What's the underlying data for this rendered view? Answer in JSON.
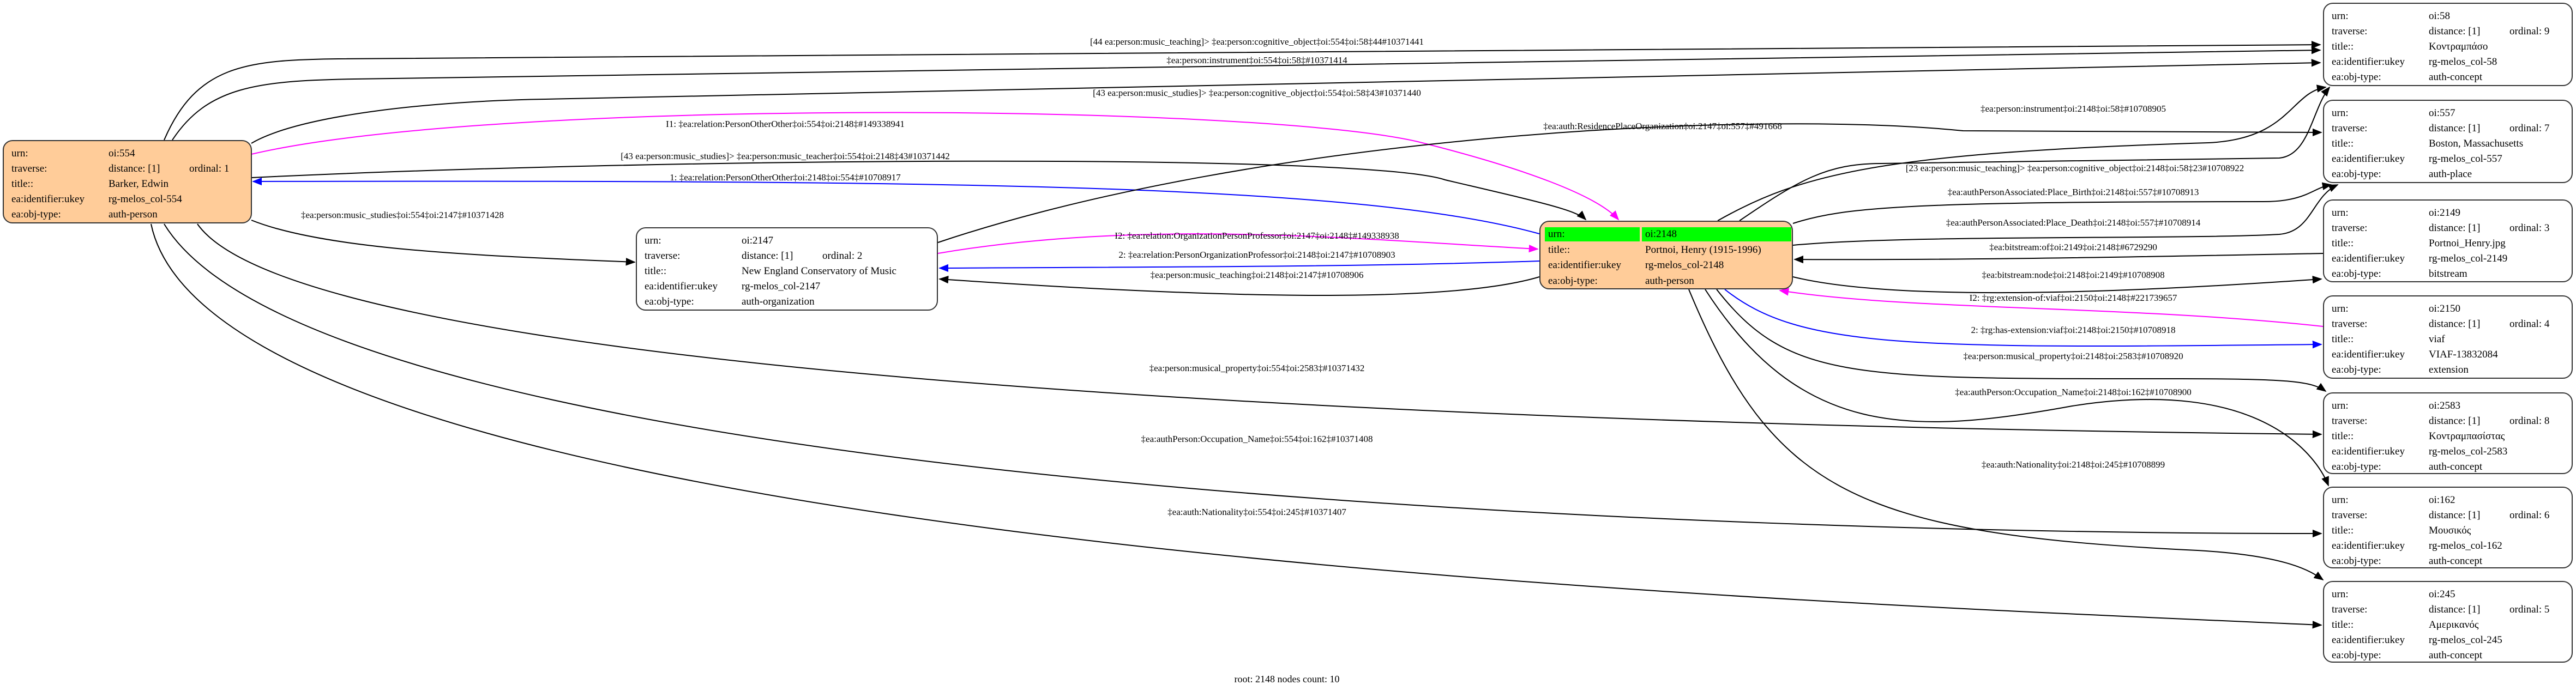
{
  "field_labels": {
    "urn": "urn:",
    "traverse": "traverse:",
    "title": "title::",
    "ukey": "ea:identifier:ukey",
    "obj_type": "ea:obj-type:"
  },
  "nodes": [
    {
      "urn": "oi:554",
      "distance": "distance: [1]",
      "ordinal": "ordinal: 1",
      "title": "Barker, Edwin",
      "ukey": "rg-melos_col-554",
      "obj_type": "auth-person",
      "kind": "person"
    },
    {
      "urn": "oi:2147",
      "distance": "distance: [1]",
      "ordinal": "ordinal: 2",
      "title": "New England Conservatory of Music",
      "ukey": "rg-melos_col-2147",
      "obj_type": "auth-organization",
      "kind": "plain"
    },
    {
      "urn": "oi:2148",
      "title": "Portnoi, Henry (1915-1996)",
      "ukey": "rg-melos_col-2148",
      "obj_type": "auth-person",
      "kind": "person",
      "root": true
    },
    {
      "urn": "oi:58",
      "distance": "distance: [1]",
      "ordinal": "ordinal: 9",
      "title": "Κοντραμπάσο",
      "ukey": "rg-melos_col-58",
      "obj_type": "auth-concept",
      "kind": "plain"
    },
    {
      "urn": "oi:557",
      "distance": "distance: [1]",
      "ordinal": "ordinal: 7",
      "title": "Boston, Massachusetts",
      "ukey": "rg-melos_col-557",
      "obj_type": "auth-place",
      "kind": "plain"
    },
    {
      "urn": "oi:2149",
      "distance": "distance: [1]",
      "ordinal": "ordinal: 3",
      "title": "Portnoi_Henry.jpg",
      "ukey": "rg-melos_col-2149",
      "obj_type": "bitstream",
      "kind": "plain"
    },
    {
      "urn": "oi:2150",
      "distance": "distance: [1]",
      "ordinal": "ordinal: 4",
      "title": "viaf",
      "ukey": "VIAF-13832084",
      "obj_type": "extension",
      "kind": "plain"
    },
    {
      "urn": "oi:2583",
      "distance": "distance: [1]",
      "ordinal": "ordinal: 8",
      "title": "Κοντραμπασίστας",
      "ukey": "rg-melos_col-2583",
      "obj_type": "auth-concept",
      "kind": "plain"
    },
    {
      "urn": "oi:162",
      "distance": "distance: [1]",
      "ordinal": "ordinal: 6",
      "title": "Μουσικός",
      "ukey": "rg-melos_col-162",
      "obj_type": "auth-concept",
      "kind": "plain"
    },
    {
      "urn": "oi:245",
      "distance": "distance: [1]",
      "ordinal": "ordinal: 5",
      "title": "Αμερικανός",
      "ukey": "rg-melos_col-245",
      "obj_type": "auth-concept",
      "kind": "plain"
    }
  ],
  "colors": {
    "black": "#000000",
    "magenta": "#ff00ff",
    "blue": "#0000ff",
    "person_fill": "#ffcc99",
    "root_highlight": "#00ff00"
  },
  "edges": [
    {
      "from": "oi:554",
      "to": "oi:58",
      "color": "black",
      "label": "[44 ea:person:music_teaching]> ‡ea:person:cognitive_object‡oi:554‡oi:58‡44#10371441"
    },
    {
      "from": "oi:554",
      "to": "oi:58",
      "color": "black",
      "label": "‡ea:person:instrument‡oi:554‡oi:58‡#10371414"
    },
    {
      "from": "oi:554",
      "to": "oi:58",
      "color": "black",
      "label": "[43 ea:person:music_studies]> ‡ea:person:cognitive_object‡oi:554‡oi:58‡43#10371440"
    },
    {
      "from": "oi:554",
      "to": "oi:2148",
      "color": "magenta",
      "label": "I1: ‡ea:relation:PersonOtherOther‡oi:554‡oi:2148‡#149338941"
    },
    {
      "from": "oi:554",
      "to": "oi:2148",
      "color": "black",
      "label": "[43 ea:person:music_studies]> ‡ea:person:music_teacher‡oi:554‡oi:2148‡43#10371442"
    },
    {
      "from": "oi:2148",
      "to": "oi:554",
      "color": "blue",
      "label": "1: ‡ea:relation:PersonOtherOther‡oi:2148‡oi:554‡#10708917"
    },
    {
      "from": "oi:554",
      "to": "oi:2147",
      "color": "black",
      "label": "‡ea:person:music_studies‡oi:554‡oi:2147‡#10371428"
    },
    {
      "from": "oi:2147",
      "to": "oi:557",
      "color": "black",
      "label": "‡ea:auth:ResidencePlaceOrganization‡oi:2147‡oi:557‡#491668"
    },
    {
      "from": "oi:2148",
      "to": "oi:58",
      "color": "black",
      "label": "‡ea:person:instrument‡oi:2148‡oi:58‡#10708905"
    },
    {
      "from": "oi:2148",
      "to": "oi:58",
      "color": "black",
      "label": "[23 ea:person:music_teaching]> ‡ea:person:cognitive_object‡oi:2148‡oi:58‡23#10708922"
    },
    {
      "from": "oi:2148",
      "to": "oi:557",
      "color": "black",
      "label": "‡ea:authPersonAssociated:Place_Birth‡oi:2148‡oi:557‡#10708913"
    },
    {
      "from": "oi:2148",
      "to": "oi:557",
      "color": "black",
      "label": "‡ea:authPersonAssociated:Place_Death‡oi:2148‡oi:557‡#10708914"
    },
    {
      "from": "oi:2149",
      "to": "oi:2148",
      "color": "black",
      "label": "‡ea:bitstream:of‡oi:2149‡oi:2148‡#6729290"
    },
    {
      "from": "oi:2148",
      "to": "oi:2149",
      "color": "black",
      "label": "‡ea:bitstream:node‡oi:2148‡oi:2149‡#10708908"
    },
    {
      "from": "oi:2150",
      "to": "oi:2148",
      "color": "magenta",
      "label": "I2: ‡rg:extension-of:viaf‡oi:2150‡oi:2148‡#221739657"
    },
    {
      "from": "oi:2148",
      "to": "oi:2150",
      "color": "blue",
      "label": "2: ‡rg:has-extension:viaf‡oi:2148‡oi:2150‡#10708918"
    },
    {
      "from": "oi:2148",
      "to": "oi:2583",
      "color": "black",
      "label": "‡ea:person:musical_property‡oi:2148‡oi:2583‡#10708920"
    },
    {
      "from": "oi:2148",
      "to": "oi:162",
      "color": "black",
      "label": "‡ea:authPerson:Occupation_Name‡oi:2148‡oi:162‡#10708900"
    },
    {
      "from": "oi:2148",
      "to": "oi:245",
      "color": "black",
      "label": "‡ea:auth:Nationality‡oi:2148‡oi:245‡#10708899"
    },
    {
      "from": "oi:2147",
      "to": "oi:2148",
      "color": "magenta",
      "label": "I2: ‡ea:relation:OrganizationPersonProfessor‡oi:2147‡oi:2148‡#149338938"
    },
    {
      "from": "oi:2148",
      "to": "oi:2147",
      "color": "blue",
      "label": "2: ‡ea:relation:PersonOrganizationProfessor‡oi:2148‡oi:2147‡#10708903"
    },
    {
      "from": "oi:2148",
      "to": "oi:2147",
      "color": "black",
      "label": "‡ea:person:music_teaching‡oi:2148‡oi:2147‡#10708906"
    },
    {
      "from": "oi:554",
      "to": "oi:2583",
      "color": "black",
      "label": "‡ea:person:musical_property‡oi:554‡oi:2583‡#10371432"
    },
    {
      "from": "oi:554",
      "to": "oi:162",
      "color": "black",
      "label": "‡ea:authPerson:Occupation_Name‡oi:554‡oi:162‡#10371408"
    },
    {
      "from": "oi:554",
      "to": "oi:245",
      "color": "black",
      "label": "‡ea:auth:Nationality‡oi:554‡oi:245‡#10371407"
    }
  ],
  "footer": "root: 2148 nodes count: 10"
}
